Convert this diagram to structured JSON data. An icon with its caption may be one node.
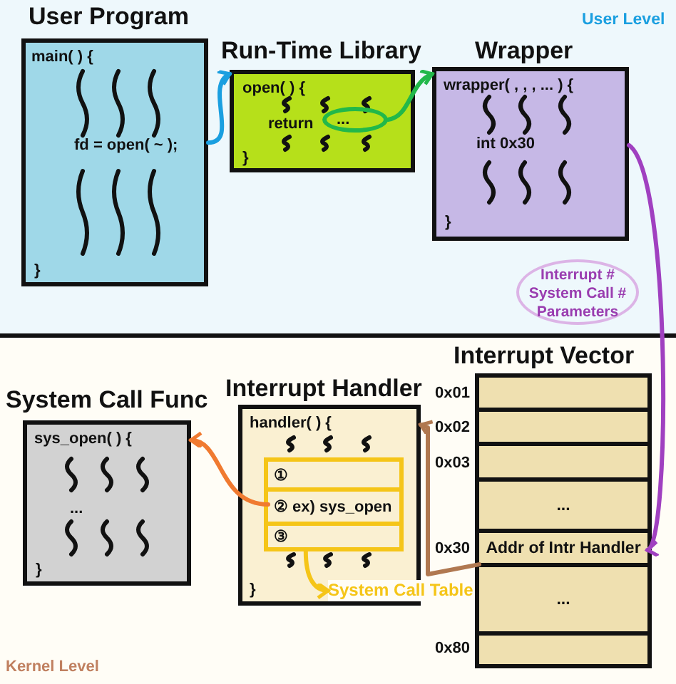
{
  "diagram": {
    "nodes": [
      {
        "text": [
          "User Program",
          "main( ) {",
          "fd = open( ~ );",
          "}"
        ]
      },
      {
        "text": [
          "Run-Time Library",
          "open( ) {",
          "return",
          "}"
        ]
      },
      {
        "text": [
          "..."
        ],
        "in": 1
      },
      {
        "text": [
          "Wrapper",
          "wrapper(  , , , ... ) {",
          "int 0x30",
          "}"
        ]
      },
      {
        "text": [
          "Interrupt # System Call # Parameters"
        ]
      },
      {
        "text": [
          "System Call Func",
          "sys_open( ) {",
          "...",
          "}"
        ]
      },
      {
        "text": [
          "Interrupt Handler",
          "handler( ) {",
          "}"
        ]
      },
      {
        "text": [],
        "shape": "box",
        "in": 6
      },
      {
        "text": [
          "①"
        ],
        "in": 7
      },
      {
        "text": [
          "② ex) sys_open"
        ],
        "in": 7
      },
      {
        "text": [
          "③"
        ],
        "in": 7
      },
      {
        "text": [
          "System Call Table"
        ]
      },
      {
        "text": [
          "Interrupt Vector"
        ]
      },
      {
        "text": [],
        "shape": "box",
        "in": 12,
        "beside": [
          "0x01"
        ]
      },
      {
        "text": [],
        "shape": "box",
        "in": 12,
        "beside": [
          "0x02"
        ]
      },
      {
        "text": [],
        "shape": "box",
        "in": 12,
        "beside": [
          "0x03"
        ]
      },
      {
        "text": [
          "..."
        ],
        "in": 12
      },
      {
        "text": [
          "Addr of Intr Handler"
        ],
        "in": 12,
        "beside": [
          "0x30"
        ]
      },
      {
        "text": [
          "..."
        ],
        "in": 12
      },
      {
        "text": [],
        "shape": "box",
        "in": 12,
        "beside": [
          "0x80"
        ]
      }
    ],
    "edges": [
      {
        "from": 0,
        "to": 1,
        "arrow": "to",
        "color": "#1a9fe0"
      },
      {
        "from": 2,
        "to": 3,
        "arrow": "to",
        "color": "#22b84a"
      },
      {
        "from": 3,
        "to": 17,
        "arrow": "to",
        "color": "#a040c0"
      },
      {
        "from": 17,
        "to": 6,
        "arrow": "to",
        "color": "#b07850"
      },
      {
        "from": 9,
        "to": 5,
        "arrow": "to",
        "color": "#f07a30"
      },
      {
        "from": 7,
        "to": 11,
        "arrow": "to",
        "color": "#f5c518"
      }
    ],
    "labels": [
      "User Level",
      "Kernel Level"
    ]
  }
}
